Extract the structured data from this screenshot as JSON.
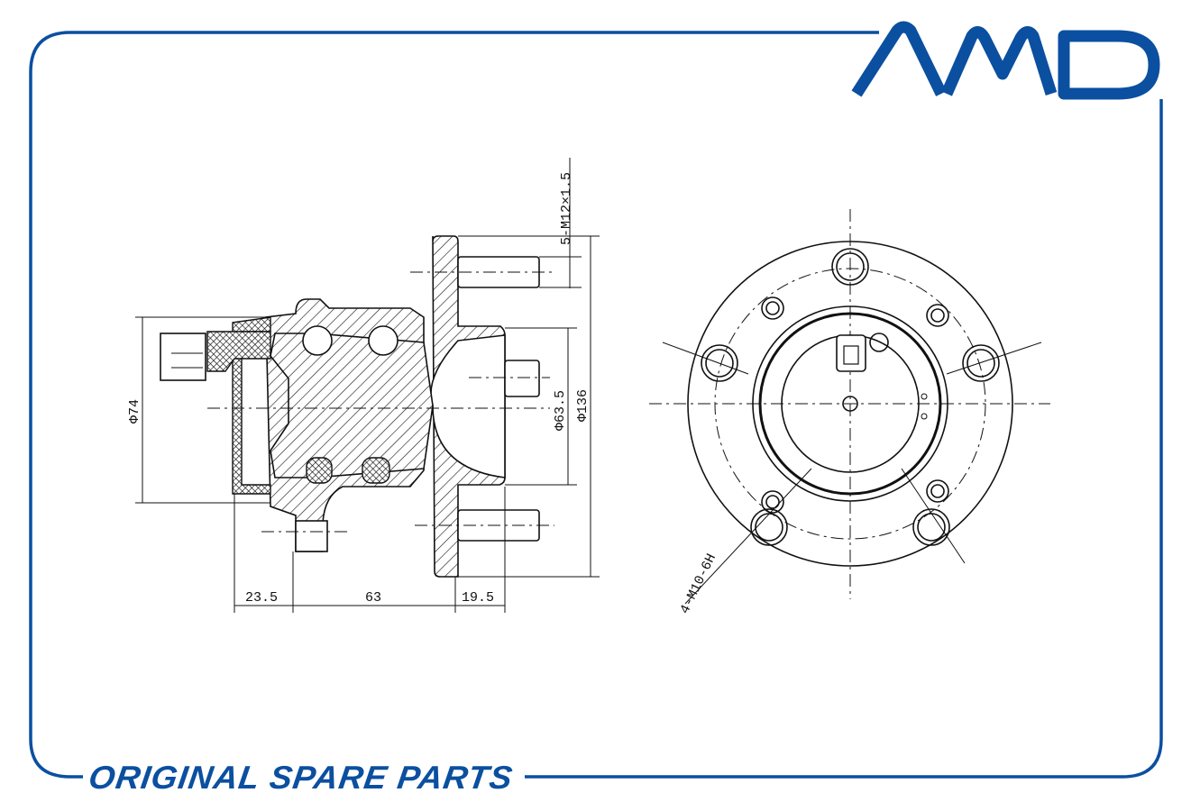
{
  "brand": {
    "logo_text": "AMD",
    "tagline": "ORIGINAL SPARE PARTS",
    "color": "#0b4fa0"
  },
  "drawing": {
    "title": "Wheel hub bearing assembly",
    "side_view": {
      "stud_thread": "5-M12×1.5",
      "dia_74": "Φ74",
      "dia_63_5": "Φ63.5",
      "dia_136": "Φ136",
      "len_23_5": "23.5",
      "len_63": "63",
      "len_19_5": "19.5"
    },
    "front_view": {
      "mount_thread": "4-M10-6H"
    }
  }
}
